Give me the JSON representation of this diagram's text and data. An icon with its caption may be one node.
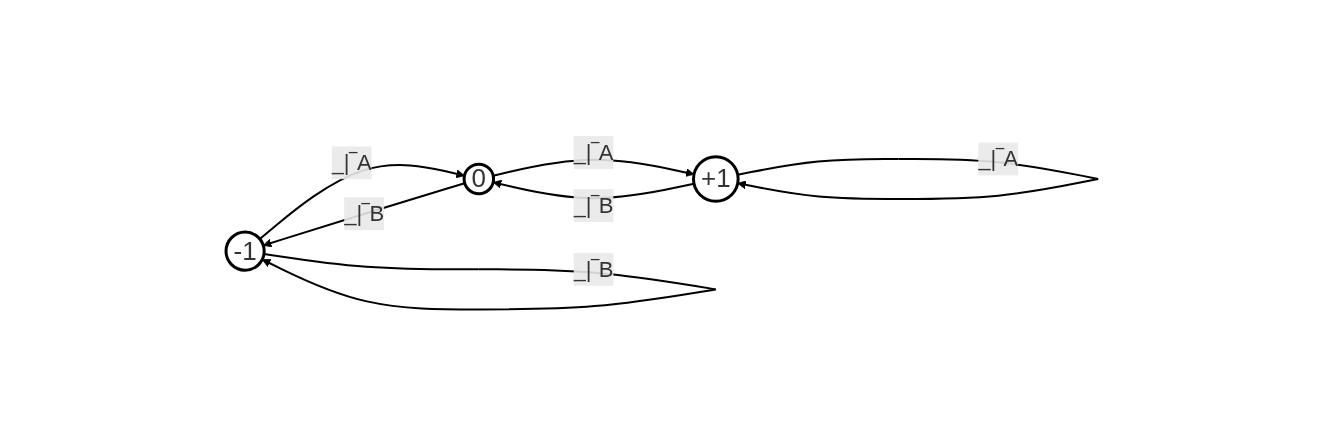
{
  "diagram": {
    "nodes": [
      {
        "text": [
          "-1"
        ]
      },
      {
        "text": [
          "0"
        ]
      },
      {
        "text": [
          "+1"
        ]
      }
    ],
    "edges": [
      {
        "from": 0,
        "to": 1,
        "arrow": "to",
        "label": "_|‾A"
      },
      {
        "from": 1,
        "to": 0,
        "arrow": "to",
        "label": "_|‾B"
      },
      {
        "from": 1,
        "to": 2,
        "arrow": "to",
        "label": "_|‾A"
      },
      {
        "from": 2,
        "to": 1,
        "arrow": "to",
        "label": "_|‾B"
      },
      {
        "from": 0,
        "to": 0,
        "arrow": "to",
        "label": "_|‾B"
      },
      {
        "from": 2,
        "to": 2,
        "arrow": "to",
        "label": "_|‾A"
      }
    ]
  }
}
